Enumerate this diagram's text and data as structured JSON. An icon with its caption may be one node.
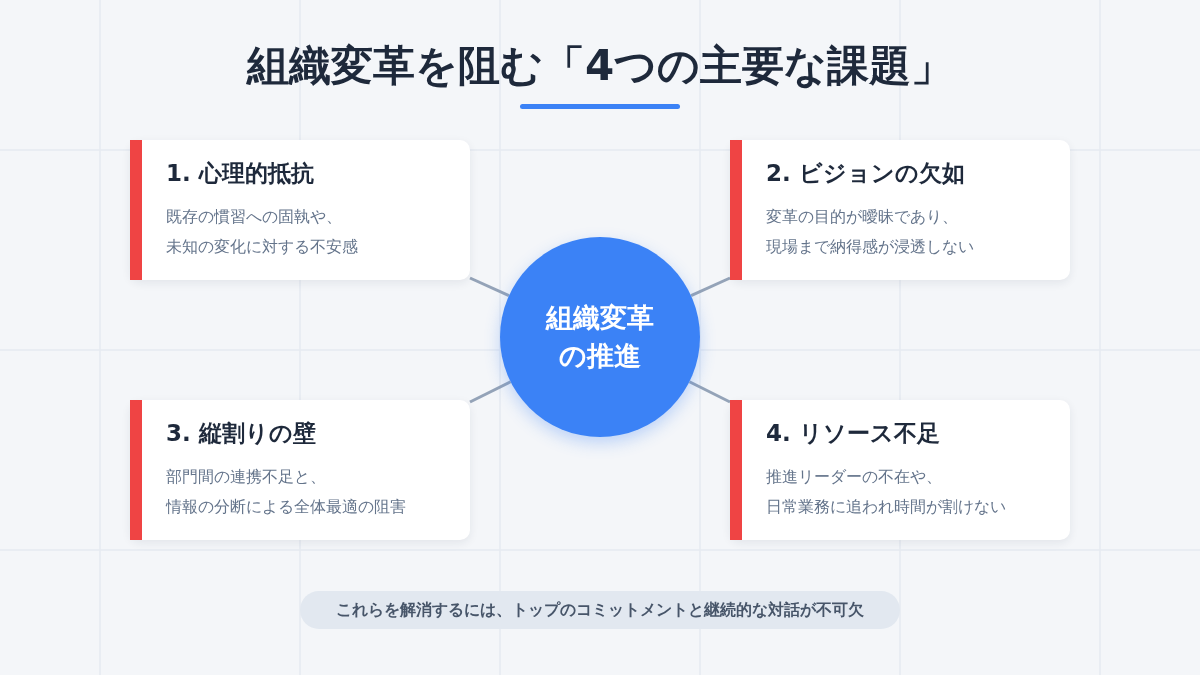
{
  "diagram": {
    "title": "組織変革を阻む「4つの主要な課題」",
    "nodes": [
      {
        "text": [
          "組織変革の推進"
        ]
      },
      {
        "text": [
          "1. 心理的抵抗",
          "既存の慣習への固執や、未知の変化に対する不安感"
        ]
      },
      {
        "text": [
          "2. ビジョンの欠如",
          "変革の目的が曖昧であり、現場まで納得感が浸透しない"
        ]
      },
      {
        "text": [
          "3. 縦割りの壁",
          "部門間の連携不足と、情報の分断による全体最適の阻害"
        ]
      },
      {
        "text": [
          "4. リソース不足",
          "推進リーダーの不在や、日常業務に追われ時間が割けない"
        ]
      },
      {
        "text": [
          "これらを解消するには、トップのコミットメントと継続的な対話が不可欠"
        ]
      }
    ],
    "edges": [
      {
        "from": 0,
        "to": 1,
        "arrow": "none"
      },
      {
        "from": 0,
        "to": 2,
        "arrow": "none"
      },
      {
        "from": 0,
        "to": 3,
        "arrow": "none"
      },
      {
        "from": 0,
        "to": 4,
        "arrow": "none"
      }
    ]
  }
}
